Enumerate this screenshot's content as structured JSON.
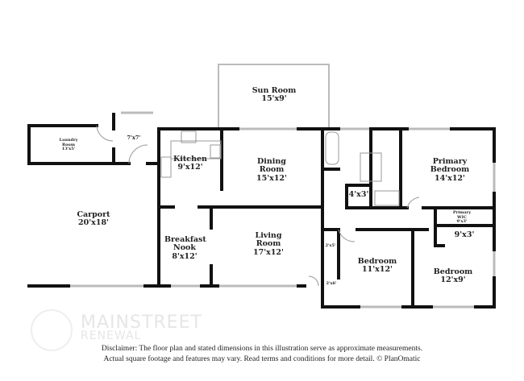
{
  "rooms": [
    {
      "name": "Sun Room",
      "dims": "15'x9'"
    },
    {
      "name": "Laundry Room",
      "dims": "13'x5'"
    },
    {
      "name": "",
      "dims": "7'x7'"
    },
    {
      "name": "Kitchen",
      "dims": "9'x12'"
    },
    {
      "name": "Dining Room",
      "dims": "15'x12'"
    },
    {
      "name": "Primary Bedroom",
      "dims": "14'x12'"
    },
    {
      "name": "",
      "dims": "4'x3'"
    },
    {
      "name": "Carport",
      "dims": "20'x18'"
    },
    {
      "name": "Primary WIC",
      "dims": "9'x3'"
    },
    {
      "name": "",
      "dims": "9'x3'"
    },
    {
      "name": "Breakfast Nook",
      "dims": "8'x12'"
    },
    {
      "name": "Living Room",
      "dims": "17'x12'"
    },
    {
      "name": "",
      "dims": "2'x5'"
    },
    {
      "name": "Bedroom",
      "dims": "11'x12'"
    },
    {
      "name": "Bedroom",
      "dims": "12'x9'"
    },
    {
      "name": "",
      "dims": "2'x6'"
    }
  ],
  "logo": {
    "line1": "MAINSTREET",
    "line2": "RENEWAL"
  },
  "disclaimer": {
    "line1": "Disclaimer: The floor plan and stated dimensions in this illustration serve as approximate measurements.",
    "line2": "Actual square footage and features may vary. Read terms and conditions for more detail. © PlanOmatic"
  },
  "colors": {
    "wall": "#111111",
    "window": "#bbbbbb",
    "fixture": "#999999"
  }
}
